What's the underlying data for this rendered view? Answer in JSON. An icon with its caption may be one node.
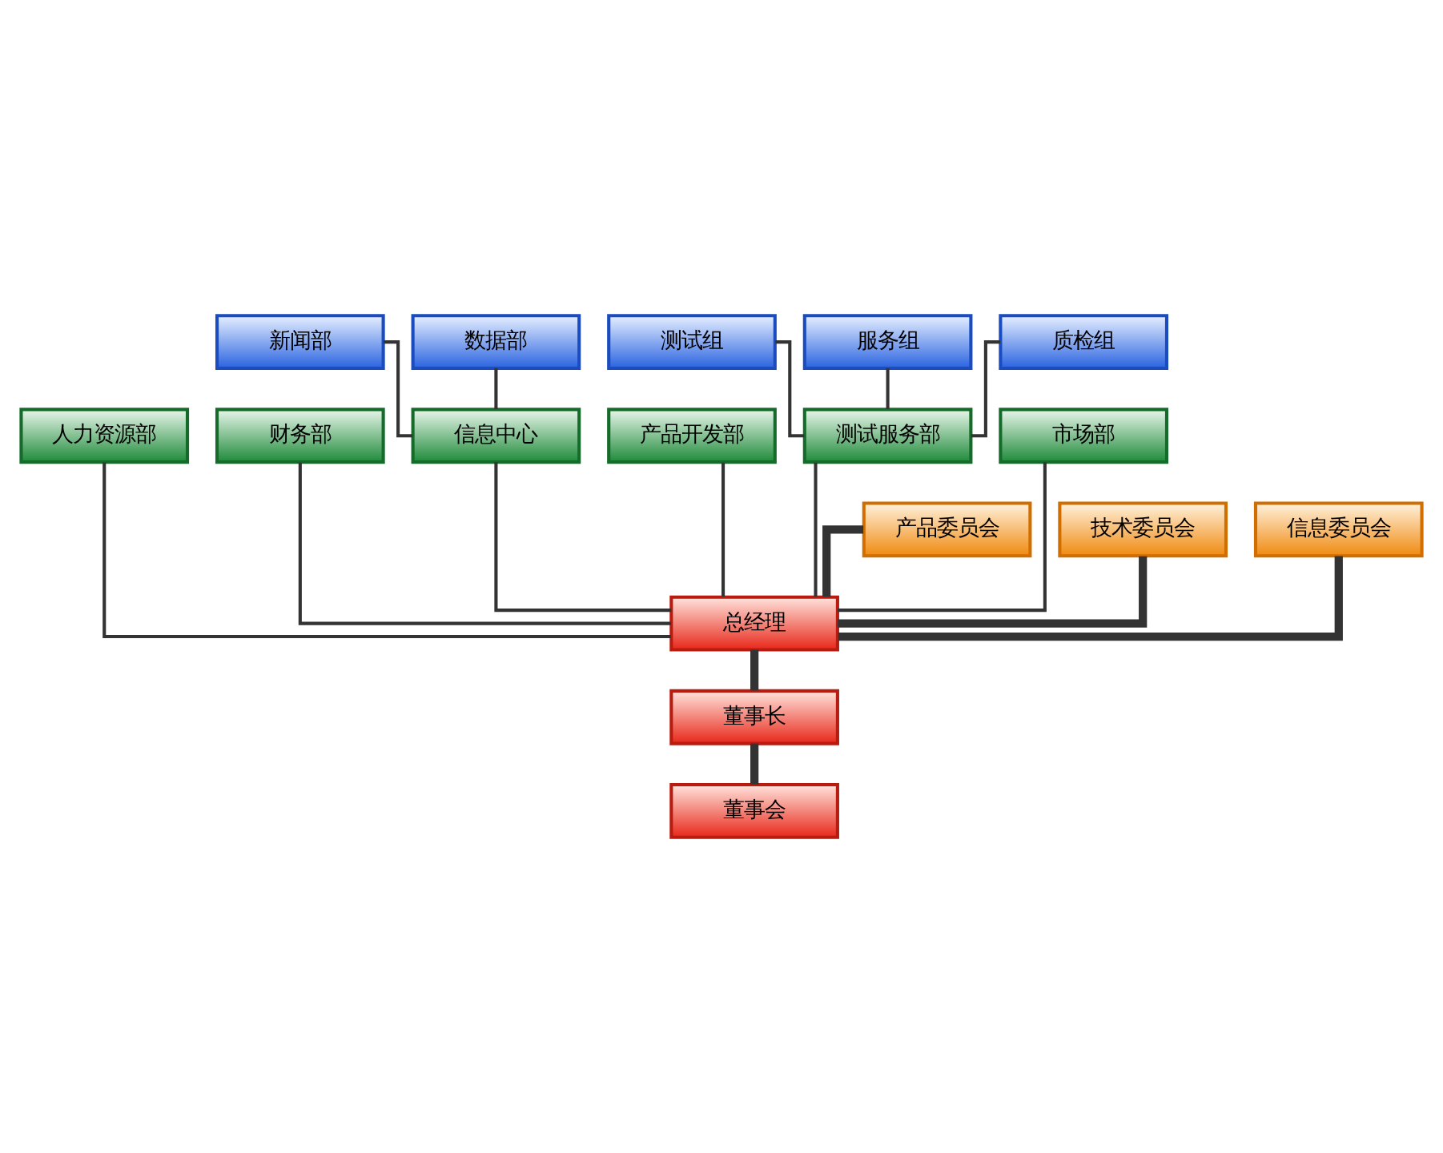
{
  "diagram": {
    "nodes": [
      {
        "text": [
          "测试组"
        ]
      },
      {
        "text": [
          "新闻部"
        ]
      },
      {
        "text": [
          "服务组"
        ]
      },
      {
        "text": [
          "数据部"
        ]
      },
      {
        "text": [
          "质检组"
        ]
      },
      {
        "text": [
          "人力资源部"
        ]
      },
      {
        "text": [
          "财务部"
        ]
      },
      {
        "text": [
          "信息中心"
        ]
      },
      {
        "text": [
          "产品开发部"
        ]
      },
      {
        "text": [
          "测试服务部"
        ]
      },
      {
        "text": [
          "市场部"
        ]
      },
      {
        "text": [
          "产品委员会"
        ]
      },
      {
        "text": [
          "技术委员会"
        ]
      },
      {
        "text": [
          "信息委员会"
        ]
      },
      {
        "text": [
          "总经理"
        ]
      },
      {
        "text": [
          "董事长"
        ]
      },
      {
        "text": [
          "董事会"
        ]
      }
    ],
    "edges": [
      {
        "from": 16,
        "to": 15,
        "arrow": "none",
        "style": "thick"
      },
      {
        "from": 15,
        "to": 14,
        "arrow": "none",
        "style": "thick"
      },
      {
        "from": 14,
        "to": 11,
        "arrow": "none",
        "style": "thick"
      },
      {
        "from": 14,
        "to": 12,
        "arrow": "none",
        "style": "thick"
      },
      {
        "from": 14,
        "to": 13,
        "arrow": "none",
        "style": "thick"
      },
      {
        "from": 14,
        "to": 5,
        "arrow": "none"
      },
      {
        "from": 14,
        "to": 6,
        "arrow": "none"
      },
      {
        "from": 14,
        "to": 7,
        "arrow": "none"
      },
      {
        "from": 14,
        "to": 8,
        "arrow": "none"
      },
      {
        "from": 14,
        "to": 9,
        "arrow": "none"
      },
      {
        "from": 14,
        "to": 10,
        "arrow": "none"
      },
      {
        "from": 7,
        "to": 1,
        "arrow": "none"
      },
      {
        "from": 7,
        "to": 3,
        "arrow": "none"
      },
      {
        "from": 9,
        "to": 0,
        "arrow": "none"
      },
      {
        "from": 9,
        "to": 2,
        "arrow": "none"
      },
      {
        "from": 9,
        "to": 4,
        "arrow": "none"
      }
    ]
  }
}
